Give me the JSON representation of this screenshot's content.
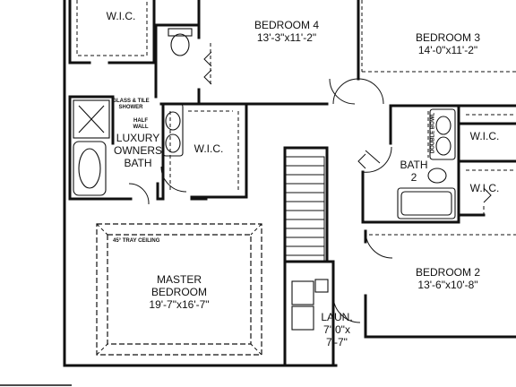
{
  "rooms": {
    "wic_top_left": "W.I.C.",
    "bedroom4": {
      "name": "BEDROOM 4",
      "dims": "13'-3\"x11'-2\""
    },
    "bedroom3": {
      "name": "BEDROOM 3",
      "dims": "14'-0\"x11'-2\""
    },
    "glass_shower": "GLASS & TILE SHOWER",
    "half_wall": "HALF WALL",
    "owners_bath": [
      "LUXURY",
      "OWNERS",
      "BATH"
    ],
    "wic_master": "W.I.C.",
    "double_bowl": "DOUBLE BOWL",
    "bath2": [
      "BATH",
      "2"
    ],
    "wic_right_upper": "W.I.C.",
    "wic_right_lower": "W.I.C.",
    "tray_ceiling": "45° TRAY CEILING",
    "master": {
      "name": [
        "MASTER",
        "BEDROOM"
      ],
      "dims": "19'-7\"x16'-7\""
    },
    "laundry": [
      "LAUN.",
      "7'-0\"x",
      "7'-7\""
    ],
    "bedroom2": {
      "name": "BEDROOM 2",
      "dims": "13'-6\"x10'-8\""
    }
  }
}
